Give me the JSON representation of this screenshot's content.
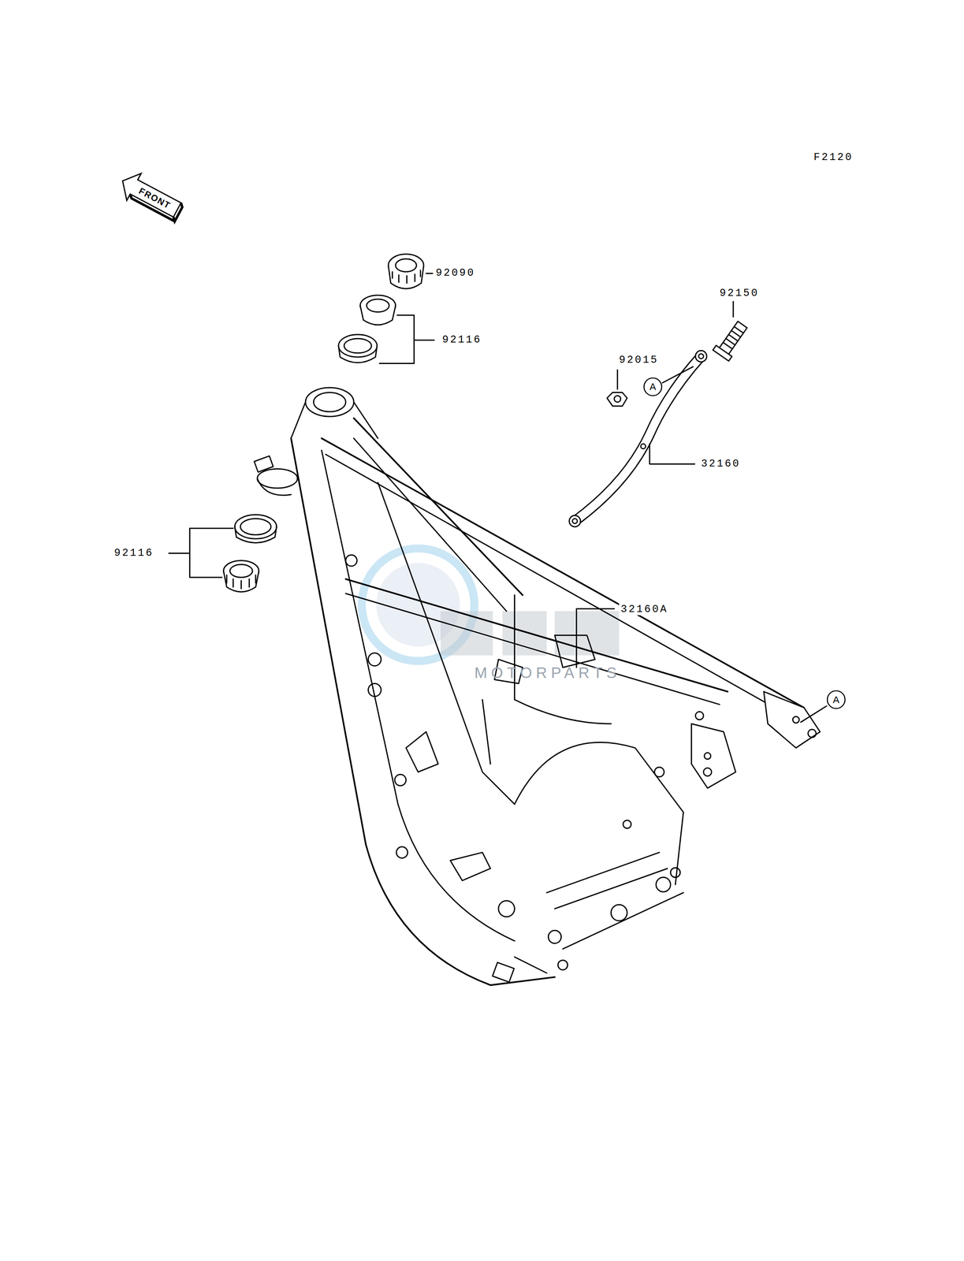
{
  "diagram": {
    "nodes": [
      {
        "text": [
          "FRONT"
        ]
      },
      {
        "text": [
          "A"
        ]
      },
      {
        "text": [
          "A"
        ]
      }
    ],
    "labels": [
      "F2120",
      "92090",
      "92116",
      "92150",
      "92015",
      "32160",
      "92116",
      "32160A",
      "MOTORPARTS"
    ]
  }
}
